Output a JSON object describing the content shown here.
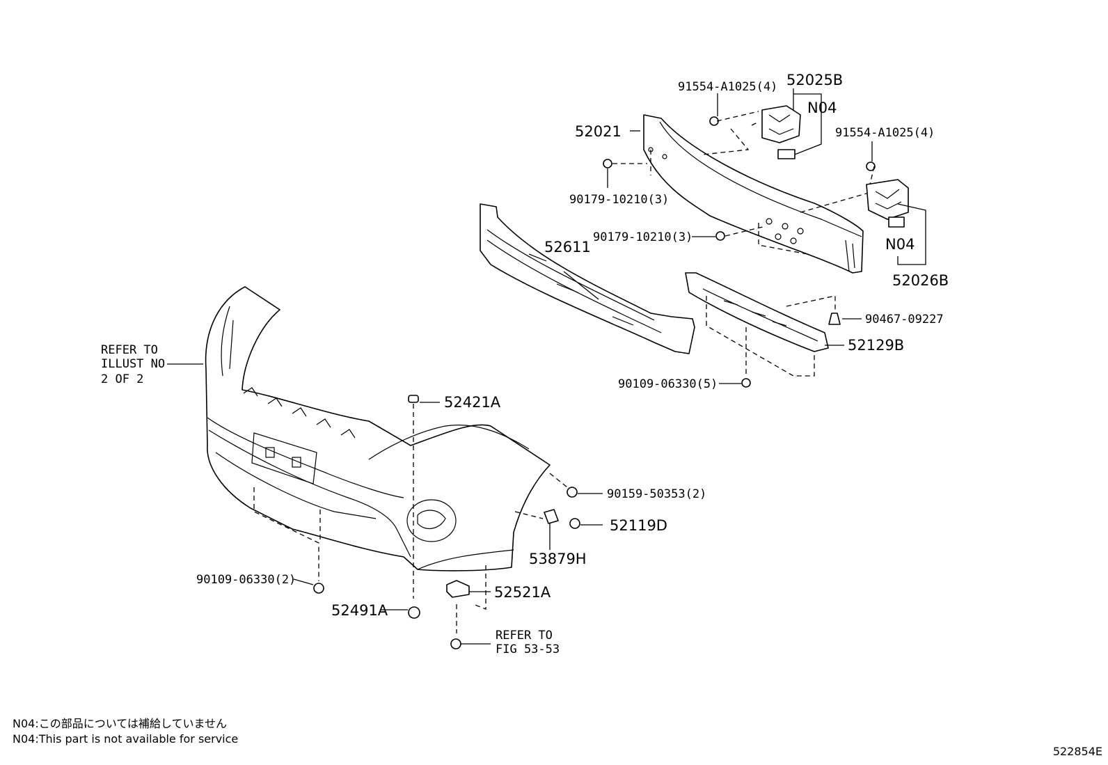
{
  "labels": {
    "p52025B": "52025B",
    "p91554_top": "91554-A1025(4)",
    "p52021": "52021",
    "n04_top": "N04",
    "p91554_right": "91554-A1025(4)",
    "p90179_top": "90179-10210(3)",
    "p52611": "52611",
    "p90179_mid": "90179-10210(3)",
    "n04_right": "N04",
    "p52026B": "52026B",
    "p90467": "90467-09227",
    "p52129B": "52129B",
    "p90109_right": "90109-06330(5)",
    "refer_illust_1": "REFER TO",
    "refer_illust_2": "ILLUST NO",
    "refer_illust_3": "2 OF 2",
    "p52421A": "52421A",
    "p90159": "90159-50353(2)",
    "p52119D": "52119D",
    "p53879H": "53879H",
    "p52521A": "52521A",
    "p90109_left": "90109-06330(2)",
    "p52491A": "52491A",
    "refer_fig_1": "REFER TO",
    "refer_fig_2": "FIG 53-53"
  },
  "notes": {
    "jp": "N04:この部品については補給していません",
    "en": "N04:This part is not available for service"
  },
  "diagram_code": "522854E"
}
